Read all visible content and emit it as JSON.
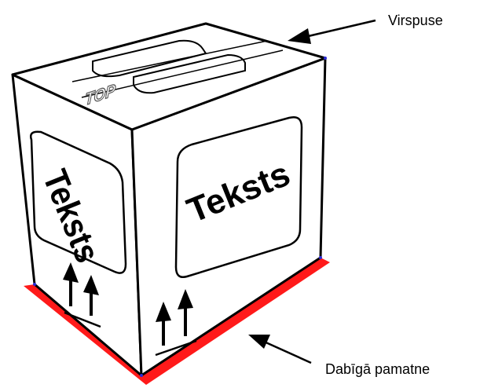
{
  "labels": {
    "top_callout": "Virspuse",
    "bottom_callout": "Dabīgā pamatne",
    "top_stamp": "TOP",
    "left_panel_text": "Teksts",
    "right_panel_text": "Teksts"
  },
  "colors": {
    "base_highlight": "#ff1a1a",
    "outline": "#000000",
    "box_fill": "#ffffff"
  },
  "icons": [
    "this-side-up-arrows-icon",
    "this-side-up-arrows-icon"
  ]
}
